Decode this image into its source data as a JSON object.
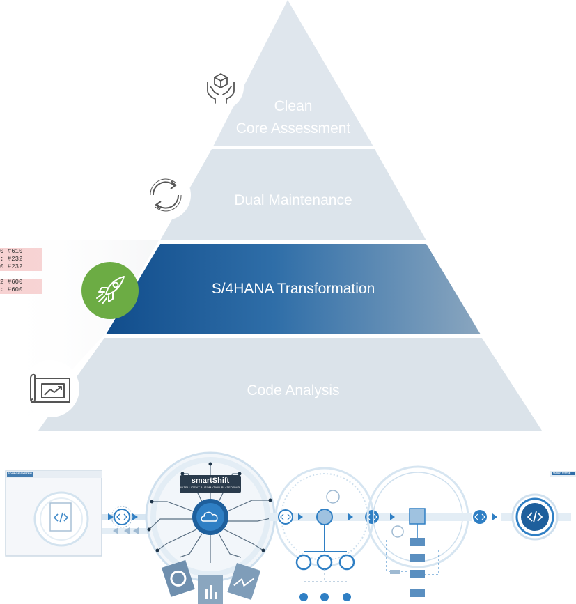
{
  "pyramid": {
    "tiers": [
      {
        "id": "clean-core",
        "label_line1": "Clean",
        "label_line2": "Core Assessment",
        "icon": "hands-box-icon"
      },
      {
        "id": "dual-maintenance",
        "label": "Dual Maintenance",
        "icon": "sync-arrows-icon"
      },
      {
        "id": "s4hana",
        "label": "S/4HANA Transformation",
        "icon": "rocket-icon"
      },
      {
        "id": "code-analysis",
        "label": "Code Analysis",
        "icon": "blueprint-chart-icon"
      }
    ],
    "colors": {
      "light": "#dde5ec",
      "band_dark": "#1f5f9e",
      "band_light": "#7f9db9",
      "rocket_green": "#6cac44",
      "white": "#ffffff"
    }
  },
  "code_snippet": [
    "0 #610",
    ": #232",
    "0 #232",
    "2 #600",
    ": #600"
  ],
  "platform": {
    "brand": "smartShift",
    "tagline": "INTELLIGENT AUTOMATION PLATFORM™",
    "source_label": "SOURCE SYSTEM",
    "target_label": "TARGET SYSTEM",
    "colors": {
      "accent": "#2f7fc4",
      "pale": "#cfe0ee",
      "deep": "#1e5f9c"
    }
  }
}
